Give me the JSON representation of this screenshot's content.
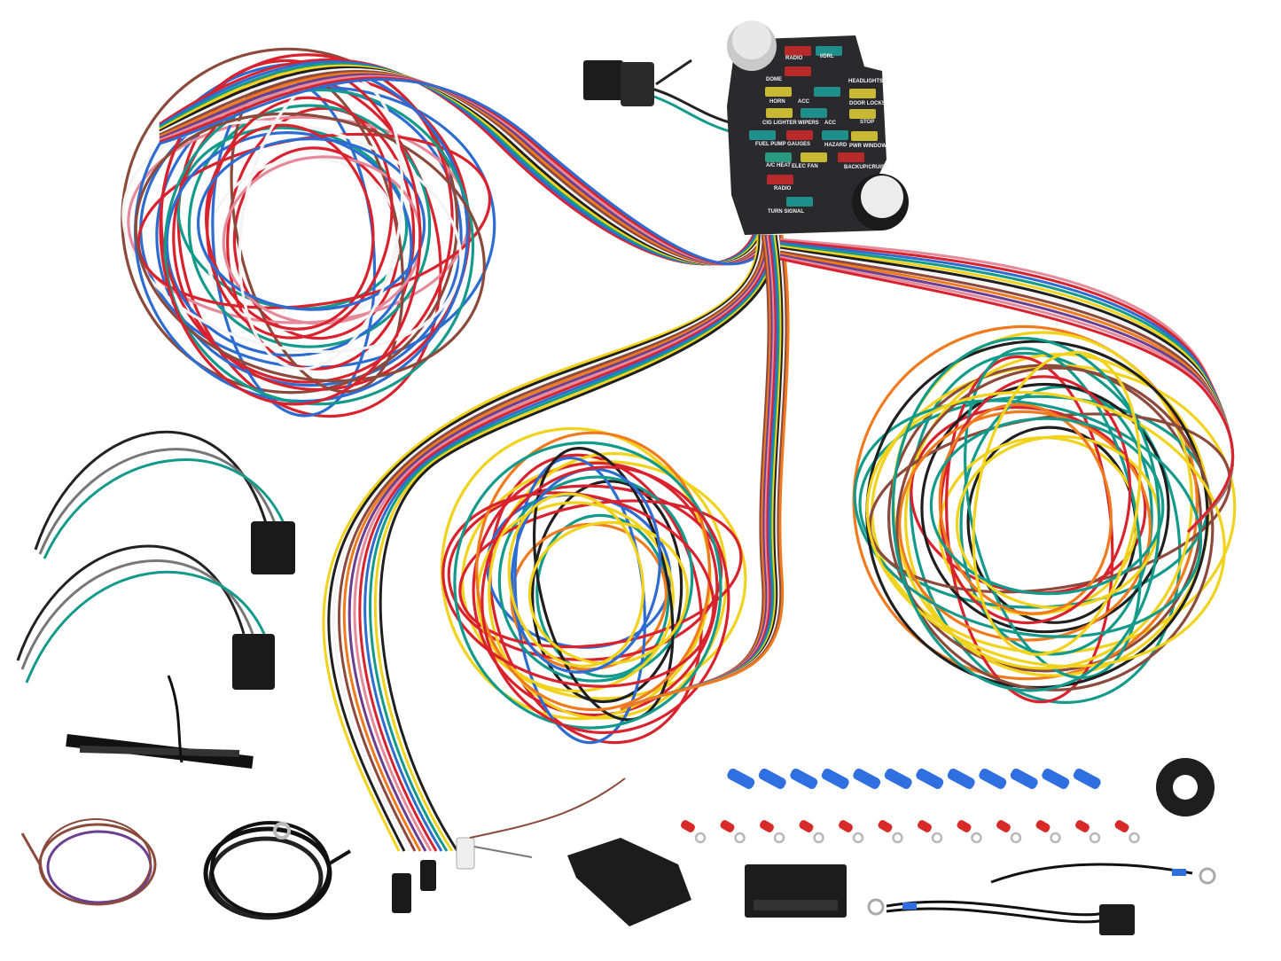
{
  "product": {
    "fuse_block": {
      "labels": {
        "radio_top": "RADIO",
        "drl": "I/DRL",
        "dome": "DOME",
        "headlights": "HEADLIGHTS",
        "horn": "HORN",
        "acc_1": "ACC",
        "door_locks": "DOOR LOCKS",
        "cig_lighter": "CIG LIGHTER",
        "wipers": "WIPERS",
        "acc_2": "ACC",
        "stop": "STOP",
        "fuel_pump": "FUEL PUMP",
        "gauges": "GAUGES",
        "hazard": "HAZARD",
        "pwr_window": "PWR WINDOW",
        "ac_heat": "A/C HEAT",
        "elec_fan": "ELEC FAN",
        "backup_cruise": "BACKUP/CRUISE",
        "radio_bottom": "RADIO",
        "turn_signal": "TURN SIGNAL"
      }
    },
    "wire_colors": [
      "#d8232e",
      "#2d6cd1",
      "#149a8b",
      "#f1d21c",
      "#1f1f1f",
      "#f4f4f4",
      "#8b4a3c",
      "#f07a1e",
      "#6a3f8f",
      "#e58a9a"
    ],
    "butt_splice_count": 12,
    "ring_terminal_count": 12,
    "splice_color": "#2f6fe0",
    "terminal_color": "#d92a2a"
  }
}
